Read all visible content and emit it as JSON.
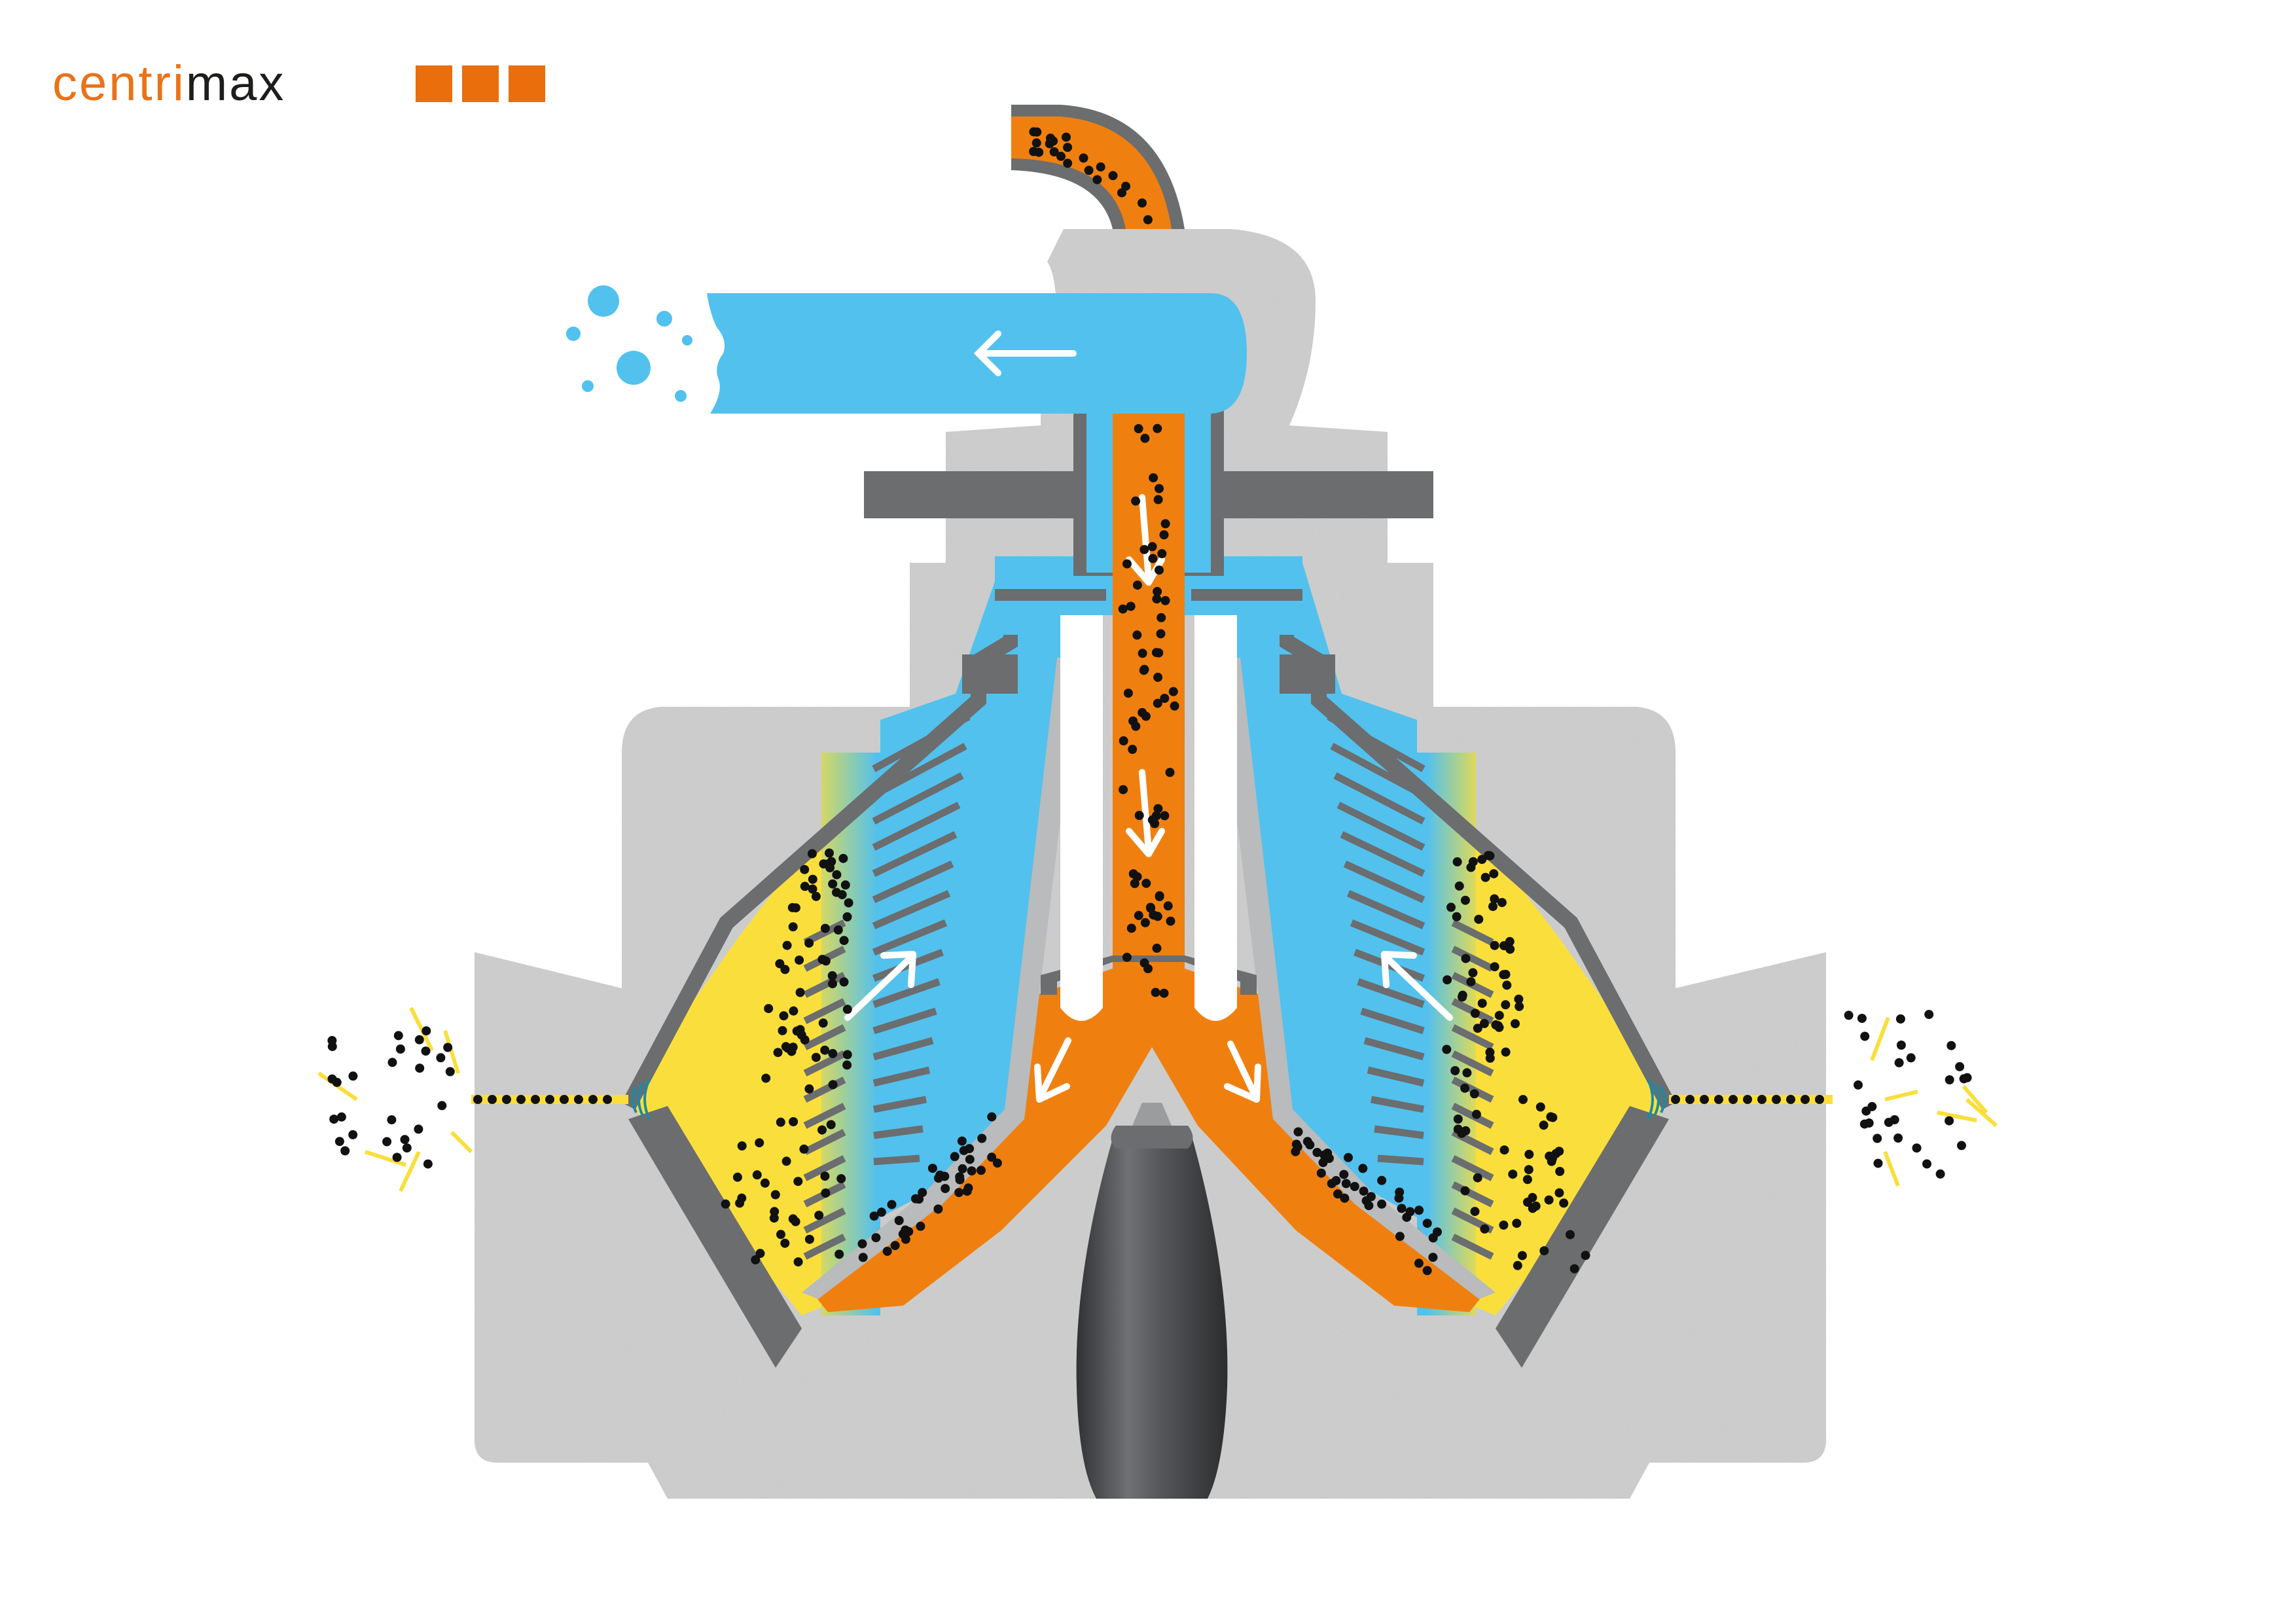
{
  "logo": {
    "part1": "centri",
    "part2": "max",
    "square_count": 3
  },
  "colors": {
    "brand_orange": "#ea6e0b",
    "housing_gray": "#cfcfcf",
    "dark_gray": "#6b6d6f",
    "clean_liquid_blue": "#52c1ee",
    "feed_orange": "#ef8010",
    "solids_yellow": "#fadf3c",
    "particle_black": "#111111"
  },
  "icons": [
    "outlet-arrow-icon",
    "flow-down-arrow-icon",
    "flow-diagonal-arrow-icon"
  ]
}
